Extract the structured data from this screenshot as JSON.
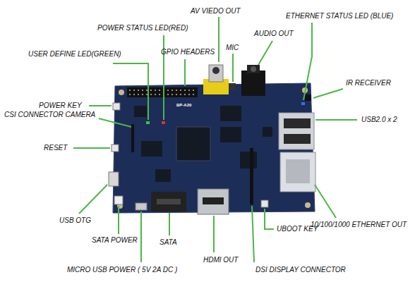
{
  "diagram": {
    "labels": [
      "AV VIEDO OUT",
      "ETHERNET STATUS LED (BLUE)",
      "POWER STATUS LED(RED)",
      "AUDIO OUT",
      "MIC",
      "USER DEFINE LED(GREEN)",
      "GPIO HEADERS",
      "IR RECEIVER",
      "POWER KEY",
      "CSI CONNECTOR CAMERA",
      "USB2.0 x 2",
      "RESET",
      "USB OTG",
      "10/100/1000 ETHERNET OUT",
      "UBOOT KEY",
      "SATA POWER",
      "SATA",
      "HDMI OUT",
      "DSI DISPLAY CONNECTOR",
      "MICRO USB POWER ( 5V 2A DC )",
      "BP-A20"
    ]
  }
}
